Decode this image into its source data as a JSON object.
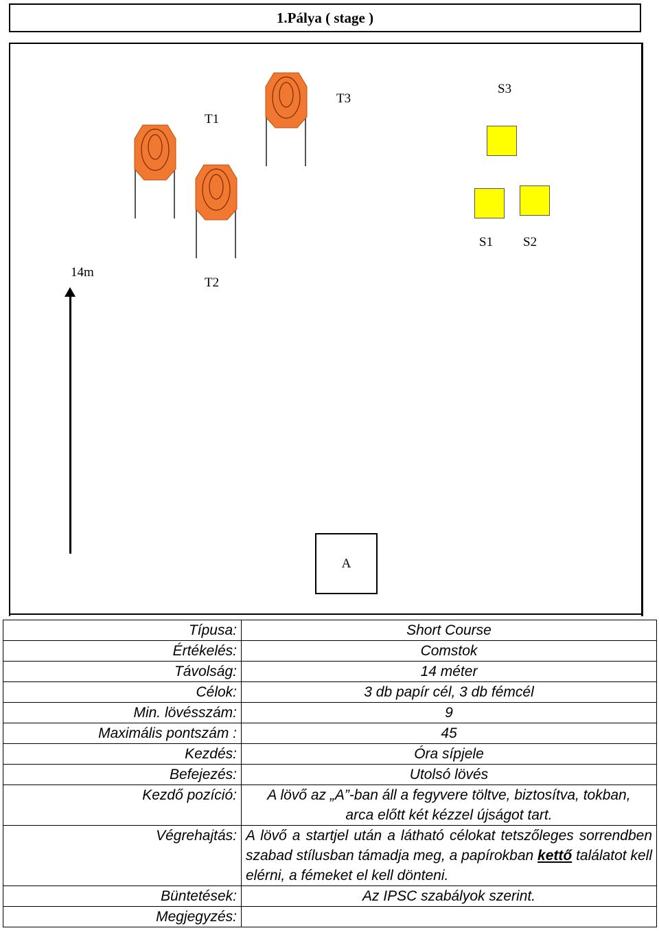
{
  "title": "1.Pálya ( stage )",
  "diagram": {
    "targets": [
      {
        "id": "t1",
        "label": "T1"
      },
      {
        "id": "t2",
        "label": "T2"
      },
      {
        "id": "t3",
        "label": "T3"
      }
    ],
    "steel": [
      {
        "id": "s1",
        "label": "S1"
      },
      {
        "id": "s2",
        "label": "S2"
      },
      {
        "id": "s3",
        "label": "S3"
      }
    ],
    "distance_label": "14m",
    "start_box_label": "A",
    "colors": {
      "paper_target": "#f07830",
      "steel_target": "#ffff00"
    }
  },
  "info": {
    "rows": [
      {
        "key": "Típusa:",
        "value": "Short Course"
      },
      {
        "key": "Értékelés:",
        "value": "Comstok"
      },
      {
        "key": "Távolság:",
        "value": "14 méter"
      },
      {
        "key": "Célok:",
        "value": "3 db papír cél, 3 db fémcél"
      },
      {
        "key": "Min. lövésszám:",
        "value": "9"
      },
      {
        "key": "Maximális pontszám :",
        "value": "45"
      },
      {
        "key": "Kezdés:",
        "value": "Óra sípjele"
      },
      {
        "key": "Befejezés:",
        "value": "Utolsó lövés"
      },
      {
        "key": "Kezdő pozíció:",
        "value": "A lövő az „A”-ban áll a fegyvere töltve, biztosítva, tokban, arca előtt két kézzel újságot tart."
      },
      {
        "key": "Végrehajtás:",
        "value_pre": "A lövő a startjel után  a látható célokat tetszőleges sorrendben szabad stílusban támadja meg,  a papírokban ",
        "value_bold": "kettő",
        "value_post": " találatot kell elérni, a fémeket el kell dönteni."
      },
      {
        "key": "Büntetések:",
        "value": "Az IPSC szabályok szerint."
      },
      {
        "key": "Megjegyzés:",
        "value": ""
      }
    ]
  }
}
